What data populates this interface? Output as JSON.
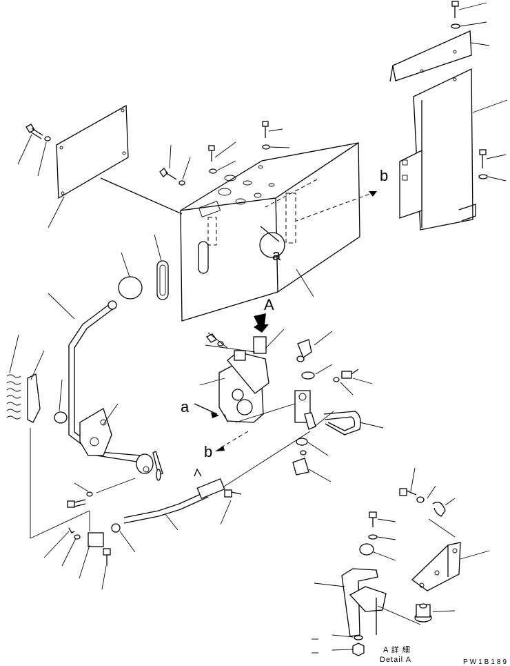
{
  "callouts": {
    "view_a": "A",
    "letter_a_left": "a",
    "letter_a_tank": "a",
    "letter_b_right": "b",
    "letter_b_lower": "b"
  },
  "detail": {
    "title_jp": "A 詳 細",
    "title_en": "Detail A"
  },
  "drawing_code": "PW1B189",
  "colors": {
    "line": "#000000",
    "background": "#ffffff"
  }
}
